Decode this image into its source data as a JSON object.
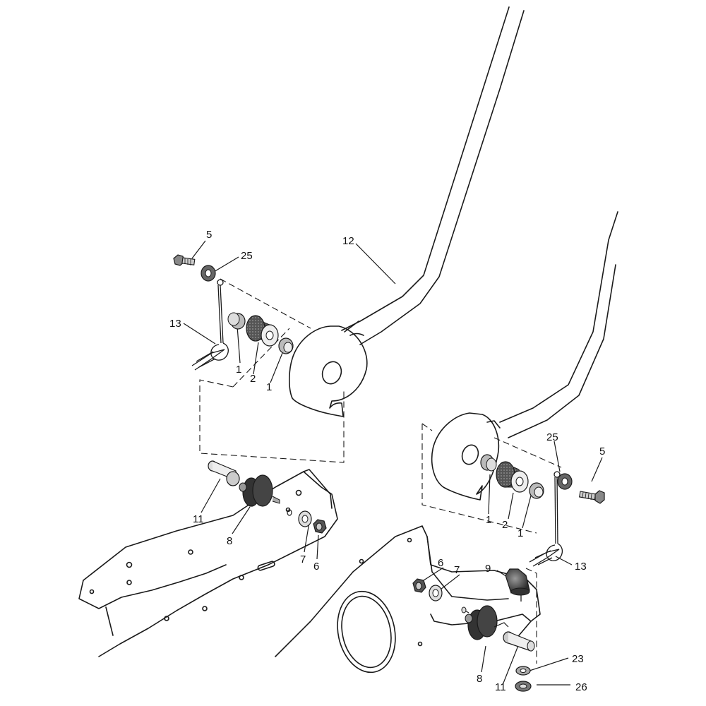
{
  "diagram": {
    "colors": {
      "line": "#1a1a1a",
      "part_dark": "#3a3a3a",
      "part_mid": "#6e6e6e",
      "part_light": "#b8b8b8",
      "paper": "#ffffff"
    },
    "callouts": {
      "c5a": "5",
      "c25a": "25",
      "c12": "12",
      "c13a": "13",
      "c1a": "1",
      "c2a": "2",
      "c1b": "1",
      "c11a": "11",
      "c8a": "8",
      "c7a": "7",
      "c6a": "6",
      "c25b": "25",
      "c5b": "5",
      "c1c": "1",
      "c2b": "2",
      "c1d": "1",
      "c13b": "13",
      "c6b": "6",
      "c7b": "7",
      "c9": "9",
      "c23": "23",
      "c8b": "8",
      "c11b": "11",
      "c26": "26"
    }
  }
}
